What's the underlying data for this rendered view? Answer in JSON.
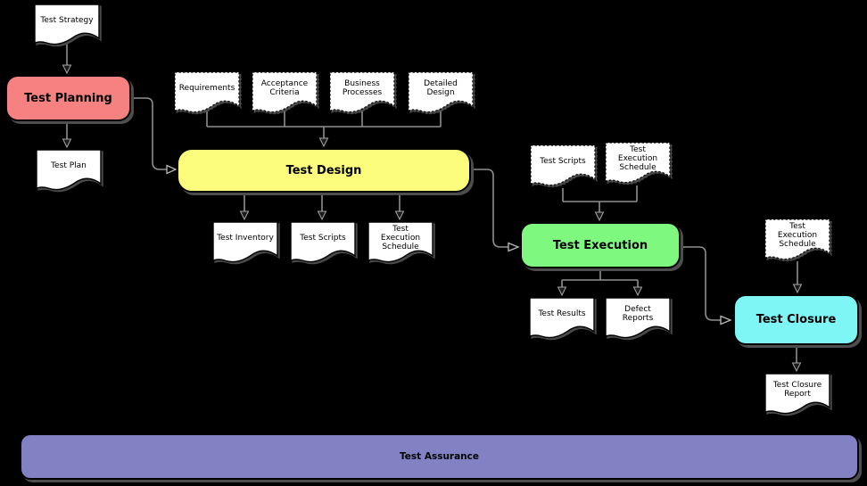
{
  "canvas": {
    "background": "#000000",
    "connector_color": "#8f8f8f"
  },
  "phases": {
    "planning": {
      "label": "Test Planning",
      "color": "#F68181"
    },
    "design": {
      "label": "Test Design",
      "color": "#FCFC7D"
    },
    "execution": {
      "label": "Test Execution",
      "color": "#7EF87E"
    },
    "closure": {
      "label": "Test Closure",
      "color": "#7EF6F6"
    },
    "assurance": {
      "label": "Test Assurance",
      "color": "#8181C4"
    }
  },
  "documents": {
    "test_strategy": {
      "label": "Test Strategy",
      "border": "solid"
    },
    "test_plan": {
      "label": "Test Plan",
      "border": "solid"
    },
    "requirements": {
      "label": "Requirements",
      "border": "dashed"
    },
    "acceptance_criteria": {
      "label": "Acceptance Criteria",
      "border": "dashed"
    },
    "business_processes": {
      "label": "Business Processes",
      "border": "dashed"
    },
    "detailed_design": {
      "label": "Detailed Design",
      "border": "dashed"
    },
    "test_inventory": {
      "label": "Test Inventory",
      "border": "solid"
    },
    "test_scripts_design_out": {
      "label": "Test Scripts",
      "border": "solid"
    },
    "test_execution_schedule_design": {
      "label": "Test Execution Schedule",
      "border": "solid"
    },
    "test_scripts_execution_in": {
      "label": "Test Scripts",
      "border": "dashed"
    },
    "test_execution_schedule_exec": {
      "label": "Test Execution Schedule",
      "border": "dashed"
    },
    "test_results": {
      "label": "Test Results",
      "border": "solid"
    },
    "defect_reports": {
      "label": "Defect Reports",
      "border": "solid"
    },
    "test_execution_schedule_closure": {
      "label": "Test Execution Schedule",
      "border": "dashed"
    },
    "test_closure_report": {
      "label": "Test Closure Report",
      "border": "solid"
    }
  }
}
